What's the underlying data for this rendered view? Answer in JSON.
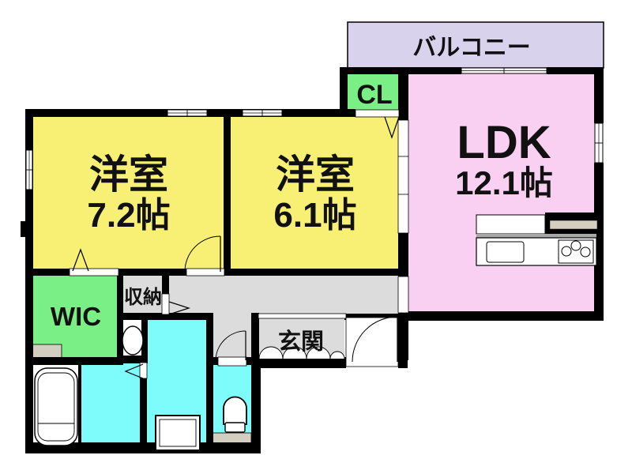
{
  "plan": {
    "balcony": "バルコニー",
    "closet": "CL",
    "ldk": {
      "name": "LDK",
      "size": "12.1帖"
    },
    "bedroom1": {
      "name": "洋室",
      "size": "7.2帖"
    },
    "bedroom2": {
      "name": "洋室",
      "size": "6.1帖"
    },
    "wic": "WIC",
    "storage": "収納",
    "entrance": "玄関"
  },
  "colors": {
    "wall": "#000000",
    "room_yellow": "#f8ef75",
    "ldk_pink": "#f9cff2",
    "closet_green": "#79ef85",
    "wet_cyan": "#7efcfc",
    "balcony_lavender": "#d8d2ec",
    "hall_gray": "#dcdcdc",
    "step_beige": "#d4cec0",
    "fixture_white": "#ffffff"
  }
}
